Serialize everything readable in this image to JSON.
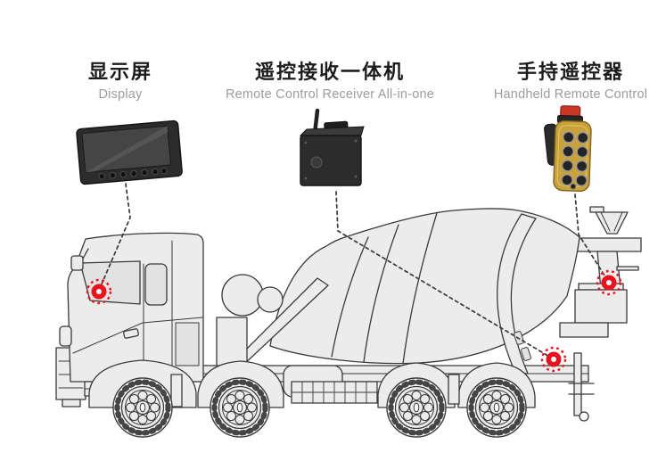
{
  "page": {
    "background": "#ffffff"
  },
  "products": [
    {
      "id": "display",
      "title_cn": "显示屏",
      "title_en": "Display"
    },
    {
      "id": "receiver",
      "title_cn": "遥控接收一体机",
      "title_en": "Remote Control Receiver All-in-one"
    },
    {
      "id": "remote",
      "title_cn": "手持遥控器",
      "title_en": "Handheld Remote Control"
    }
  ],
  "diagram": {
    "vehicle": "concrete-mixer-truck",
    "install_points": [
      {
        "id": "cab-display-point"
      },
      {
        "id": "chassis-receiver-point"
      },
      {
        "id": "rear-remote-point"
      }
    ]
  },
  "colors": {
    "accent_red": "#e8131d",
    "line_art": "#3a3a3a",
    "body_fill": "#ececec",
    "window_fill": "#e2e2e2",
    "title_text": "#1c1c1c",
    "subtitle_text": "#9c9c9c",
    "remote_yellow": "#c9a23c",
    "device_dark": "#2c2c2c"
  }
}
